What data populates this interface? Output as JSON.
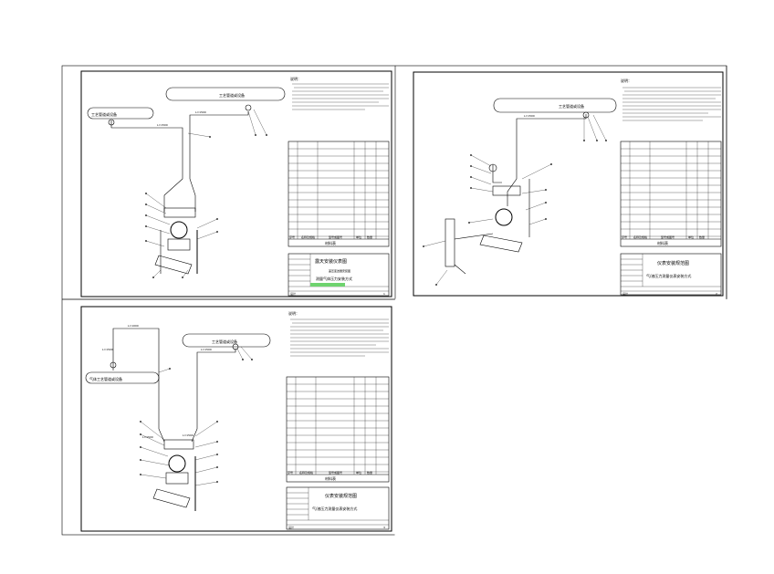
{
  "labels": {
    "note_title": "说明：",
    "pipe_process": "工艺管道或设备",
    "pipe_gas": "气体工艺管道或设备",
    "dim_1": "L=1500",
    "dim_2": "L=1500",
    "dim_3": "L=1500",
    "dim_4": "L=1000",
    "dim_5": "L=1500",
    "dim_6": "L=1500",
    "dim_7": "L=1500",
    "dim_8": "L=1500"
  },
  "table": {
    "col_no": "序号",
    "col_name": "名称及规格",
    "col_material": "型号或图号",
    "col_unit": "单位",
    "col_qty": "数量",
    "subtitle": "材料表"
  },
  "sheets": [
    {
      "id": "sheet-1",
      "title_line1": "露天安装仪表图",
      "title_line2": "差压变送器安装图",
      "title_line3": "测量气体压力安装方式",
      "footer": "设计",
      "sheet_no": "1"
    },
    {
      "id": "sheet-2",
      "title_line1": "仪表安装规范图",
      "title_line2": "气/液压力测量仪表安装方式",
      "footer": "设计",
      "sheet_no": "2"
    },
    {
      "id": "sheet-3",
      "title_line1": "仪表安装规范图",
      "title_line2": "气/液压力测量仪表安装方式",
      "footer": "设计",
      "sheet_no": "3"
    }
  ]
}
